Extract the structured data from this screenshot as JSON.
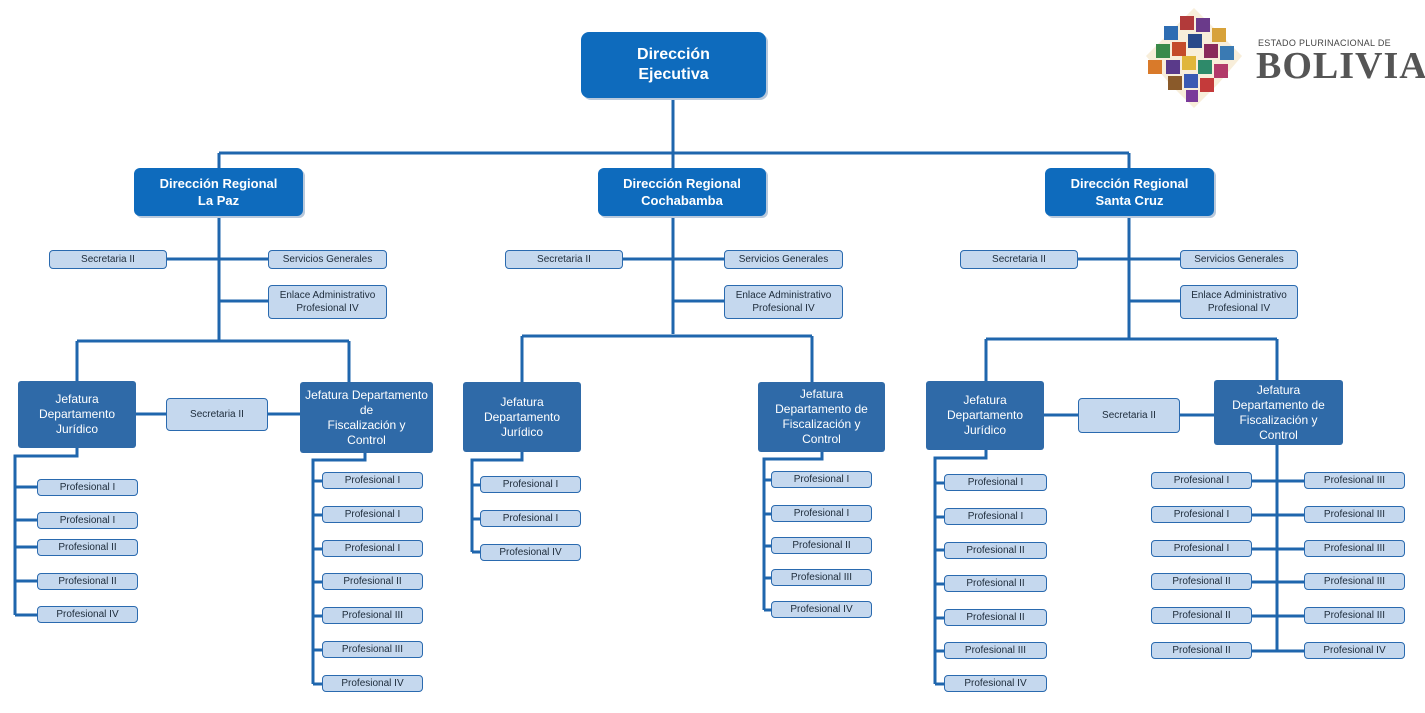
{
  "logo": {
    "small": "ESTADO PLURINACIONAL DE",
    "big": "BOLIVIA"
  },
  "top": {
    "label": "Dirección\nEjecutiva"
  },
  "regions": {
    "lapaz": {
      "title": "Dirección Regional\nLa Paz",
      "secretaria": "Secretaria II",
      "servicios": "Servicios Generales",
      "enlace": "Enlace Administrativo\nProfesional IV",
      "juridico": "Jefatura\nDepartamento\nJurídico",
      "dept_secretaria": "Secretaria II",
      "fiscalizacion": "Jefatura Departamento\nde\nFiscalización y\nControl",
      "juridico_staff": [
        "Profesional I",
        "Profesional I",
        "Profesional II",
        "Profesional II",
        "Profesional IV"
      ],
      "fiscal_staff": [
        "Profesional I",
        "Profesional I",
        "Profesional I",
        "Profesional II",
        "Profesional III",
        "Profesional III",
        "Profesional IV"
      ]
    },
    "cochabamba": {
      "title": "Dirección Regional\nCochabamba",
      "secretaria": "Secretaria II",
      "servicios": "Servicios Generales",
      "enlace": "Enlace Administrativo\nProfesional IV",
      "juridico": "Jefatura\nDepartamento\nJurídico",
      "fiscalizacion": "Jefatura\nDepartamento de\nFiscalización y\nControl",
      "juridico_staff": [
        "Profesional I",
        "Profesional I",
        "Profesional IV"
      ],
      "fiscal_staff": [
        "Profesional I",
        "Profesional I",
        "Profesional II",
        "Profesional III",
        "Profesional IV"
      ]
    },
    "santacruz": {
      "title": "Dirección Regional\nSanta Cruz",
      "secretaria": "Secretaria II",
      "servicios": "Servicios Generales",
      "enlace": "Enlace Administrativo\nProfesional IV",
      "juridico": "Jefatura\nDepartamento\nJurídico",
      "dept_secretaria": "Secretaria II",
      "fiscalizacion": "Jefatura\nDepartamento de\nFiscalización y\nControl",
      "juridico_staff": [
        "Profesional I",
        "Profesional I",
        "Profesional II",
        "Profesional II",
        "Profesional II",
        "Profesional III",
        "Profesional IV"
      ],
      "fiscal_staff_left": [
        "Profesional I",
        "Profesional I",
        "Profesional I",
        "Profesional II",
        "Profesional II",
        "Profesional II"
      ],
      "fiscal_staff_right": [
        "Profesional III",
        "Profesional III",
        "Profesional III",
        "Profesional III",
        "Profesional III",
        "Profesional IV"
      ]
    }
  },
  "colors": {
    "primary": "#0e6bbd",
    "dept": "#2f6aa8",
    "box_fill": "#c5d8ee",
    "box_border": "#2a6aaf",
    "line": "#1f66ad"
  }
}
